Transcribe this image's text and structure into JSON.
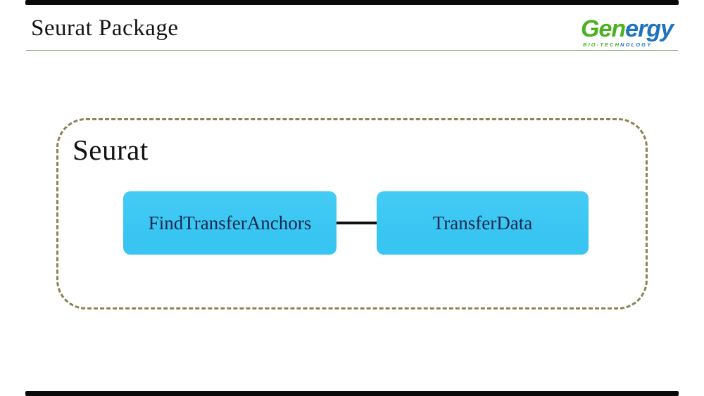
{
  "header": {
    "title": "Seurat Package",
    "logo": {
      "word_green": "Gen",
      "word_blue": "ergy",
      "sub_green": "BIO-TECH",
      "sub_blue": "NOLOGY"
    }
  },
  "diagram": {
    "group_label": "Seurat",
    "nodes": [
      {
        "label": "FindTransferAnchors"
      },
      {
        "label": "TransferData"
      }
    ]
  },
  "colors": {
    "accent_cyan": "#38C5F2",
    "node_text": "#14294D",
    "dashed_border": "#8A8456",
    "divider_green": "#7FA671",
    "logo_green": "#4CB122",
    "logo_blue": "#1E73BE",
    "bar_black": "#0A0A0A"
  }
}
